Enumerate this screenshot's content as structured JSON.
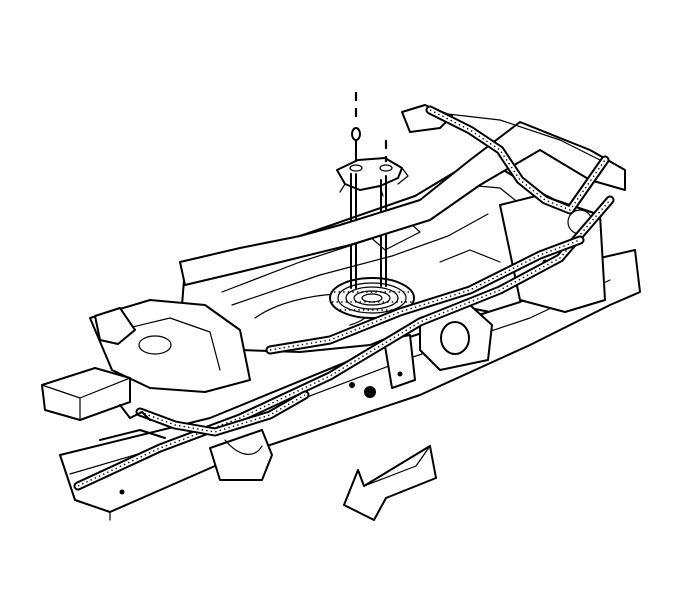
{
  "diagram": {
    "kind": "exploded-service-illustration",
    "subject_parts": [
      "vehicle-frame",
      "fuel-tank",
      "spare-tire-winch-mount",
      "fasteners",
      "wiring-harness"
    ],
    "direction_indicator": "front-of-vehicle-arrow",
    "colors": {
      "ink": "#000000",
      "paper": "#ffffff"
    },
    "icons": {
      "arrow": "front-direction-arrow-icon",
      "bolt": "bolt-icon",
      "bracket": "bracket-icon"
    }
  }
}
